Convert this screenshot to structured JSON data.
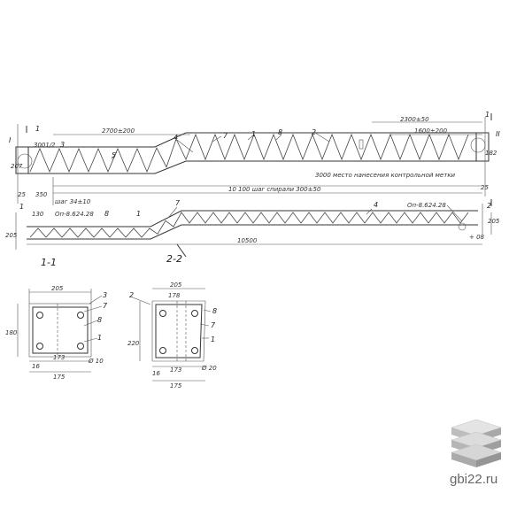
{
  "marks": {
    "I": "I",
    "II": "II",
    "1": "1",
    "2": "2",
    "3": "3",
    "4": "4",
    "5": "5",
    "7": "7",
    "8": "8"
  },
  "dims_top": {
    "d2700": "2700±200",
    "d3001": "3001/2",
    "d3": "3",
    "d2300": "2300±50",
    "d1600": "1600±200",
    "d207": "207",
    "d25": "25",
    "d350": "350",
    "d_step": "шаг 34±10",
    "d10100": "10 100  шаг спирали  300±50",
    "d3000": "3000 место нанесения контрольной метки",
    "d25b": "25"
  },
  "dims_mid": {
    "d130": "130",
    "d_r1": "Оп-8.624.28",
    "d_r2": "Оп-8.624.28",
    "d205": "205",
    "d10500": "10500",
    "d_plus": "+ 08"
  },
  "sections": {
    "s11": "1-1",
    "s22": "2-2"
  },
  "sec1": {
    "d205": "205",
    "d180": "180",
    "d173": "173",
    "d175": "175",
    "d16": "16",
    "d0": "Ø 10"
  },
  "sec2": {
    "d205": "205",
    "d178": "178",
    "d220": "220",
    "d173": "173",
    "d175": "175",
    "d16": "16",
    "d0": "Ø 20"
  },
  "brand": {
    "site": "gbi22.ru"
  }
}
